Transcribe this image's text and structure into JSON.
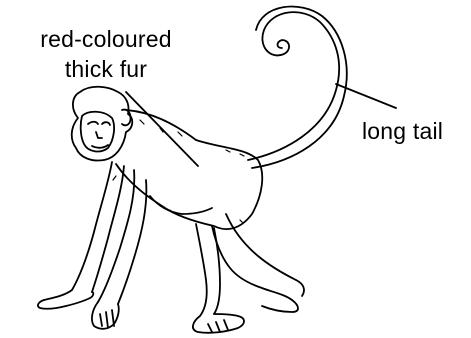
{
  "labels": {
    "fur_line1": "red-coloured",
    "fur_line2": "thick fur",
    "tail": "long tail"
  },
  "colors": {
    "ink": "#000000",
    "background": "#ffffff"
  }
}
